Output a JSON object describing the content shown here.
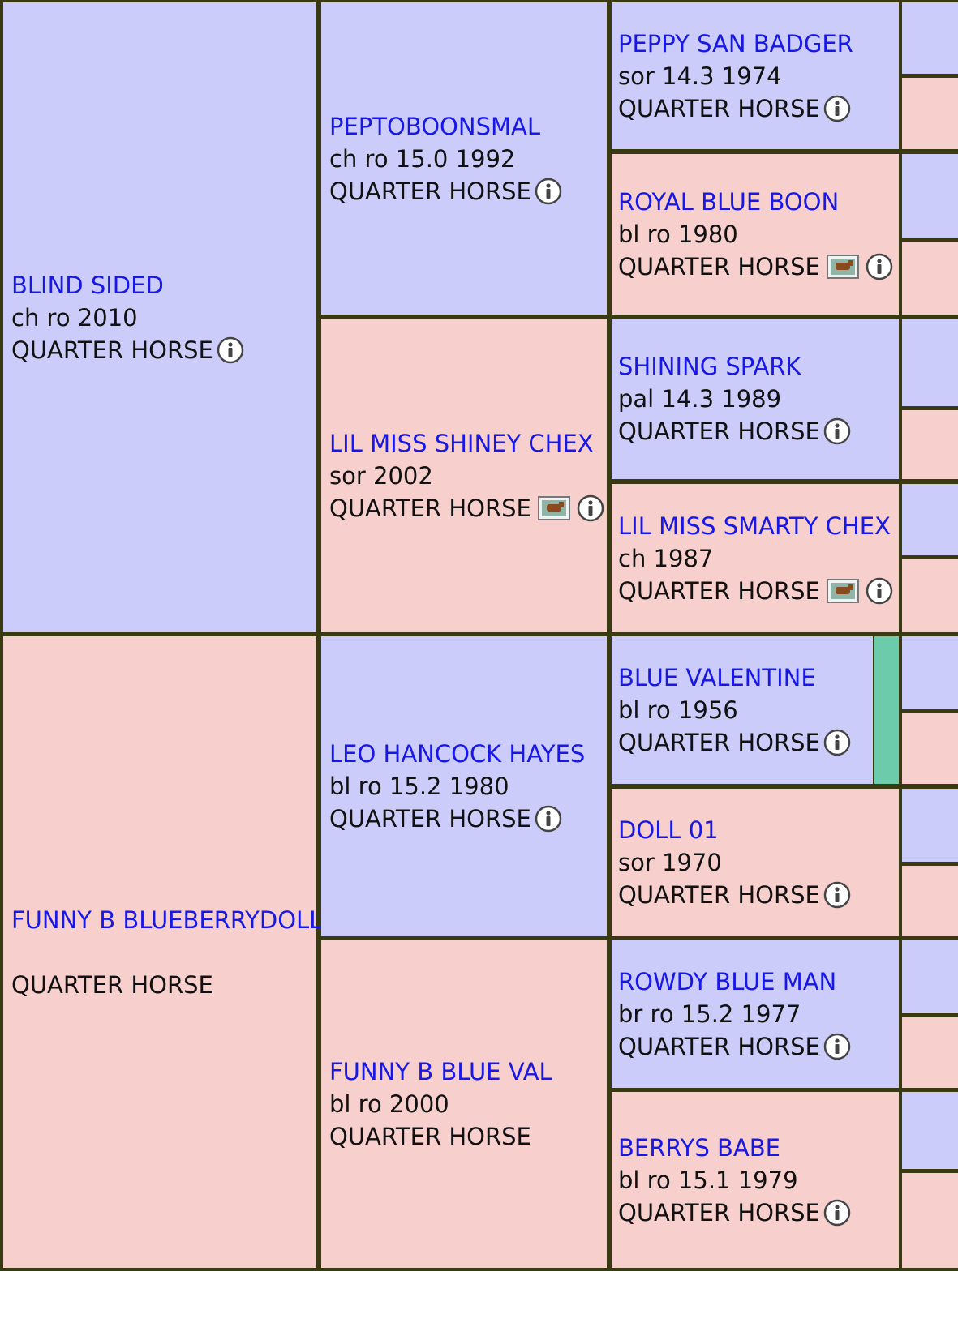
{
  "colors": {
    "male": "#ccccfa",
    "female": "#f7cfcd",
    "link": "#1717e6",
    "accent": "#6ccbab"
  },
  "gen1": [
    {
      "name": "BLIND SIDED",
      "details": "ch ro 2010",
      "breed": "QUARTER HORSE",
      "photo": false,
      "info": true
    },
    {
      "name": "FUNNY B BLUEBERRYDOLL",
      "details": "",
      "breed": "QUARTER HORSE",
      "photo": false,
      "info": false
    }
  ],
  "gen2": [
    {
      "name": "PEPTOBOONSMAL",
      "details": "ch ro 15.0 1992",
      "breed": "QUARTER HORSE",
      "photo": false,
      "info": true
    },
    {
      "name": "LIL MISS SHINEY CHEX",
      "details": "sor 2002",
      "breed": "QUARTER HORSE",
      "photo": true,
      "info": true
    },
    {
      "name": "LEO HANCOCK HAYES",
      "details": "bl ro 15.2 1980",
      "breed": "QUARTER HORSE",
      "photo": false,
      "info": true
    },
    {
      "name": "FUNNY B BLUE VAL",
      "details": "bl ro 2000",
      "breed": "QUARTER HORSE",
      "photo": false,
      "info": false
    }
  ],
  "gen3": [
    {
      "name": "PEPPY SAN BADGER",
      "details": "sor 14.3 1974",
      "breed": "QUARTER HORSE",
      "photo": false,
      "info": true
    },
    {
      "name": "ROYAL BLUE BOON",
      "details": "bl ro 1980",
      "breed": "QUARTER HORSE",
      "photo": true,
      "info": true
    },
    {
      "name": "SHINING SPARK",
      "details": "pal 14.3 1989",
      "breed": "QUARTER HORSE",
      "photo": false,
      "info": true
    },
    {
      "name": "LIL MISS SMARTY CHEX",
      "details": "ch 1987",
      "breed": "QUARTER HORSE",
      "photo": true,
      "info": true
    },
    {
      "name": "BLUE VALENTINE",
      "details": "bl ro 1956",
      "breed": "QUARTER HORSE",
      "photo": false,
      "info": true
    },
    {
      "name": "DOLL 01",
      "details": "sor 1970",
      "breed": "QUARTER HORSE",
      "photo": false,
      "info": true
    },
    {
      "name": "ROWDY BLUE MAN",
      "details": "br ro 15.2 1977",
      "breed": "QUARTER HORSE",
      "photo": false,
      "info": true
    },
    {
      "name": "BERRYS BABE",
      "details": "bl ro 15.1 1979",
      "breed": "QUARTER HORSE",
      "photo": false,
      "info": true
    }
  ]
}
